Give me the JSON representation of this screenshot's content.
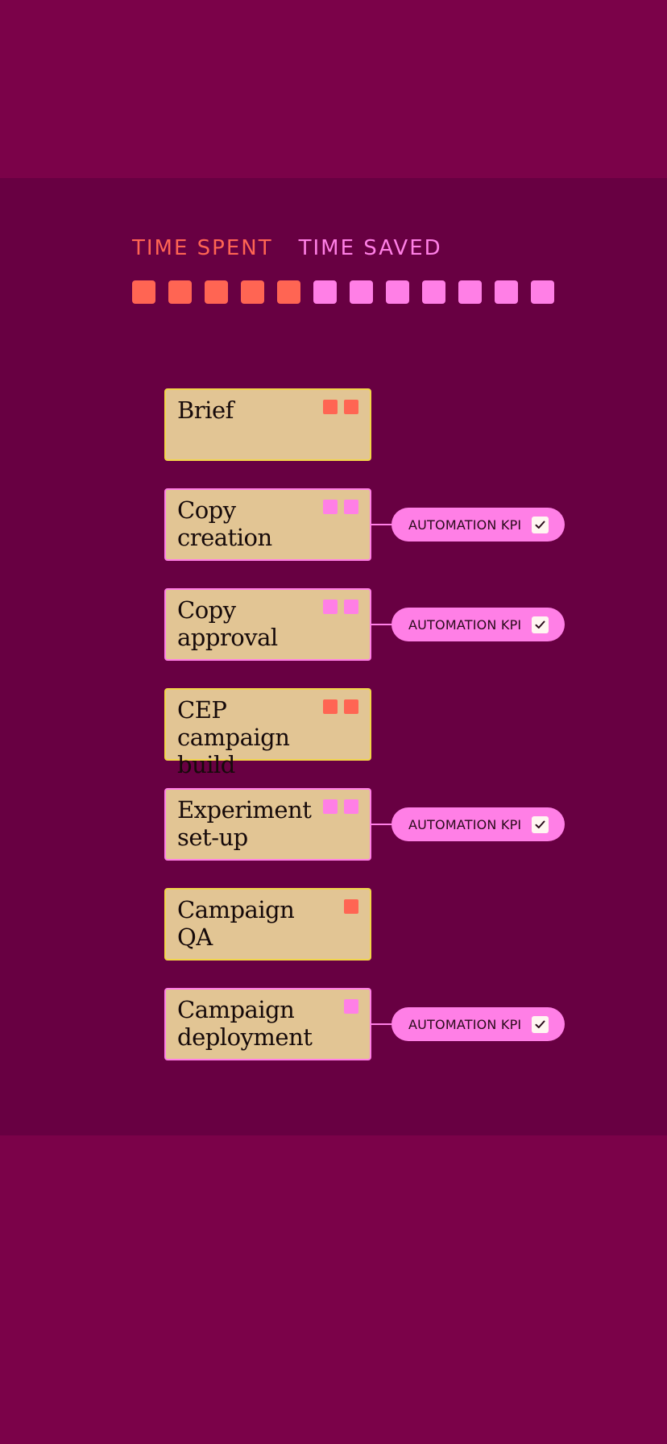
{
  "legend": {
    "time_spent_label": "TIME SPENT",
    "time_saved_label": "TIME SAVED",
    "time_spent_count": 5,
    "time_saved_count": 7
  },
  "colors": {
    "background": "#7b0249",
    "panel": "#680042",
    "time_spent": "#ff6553",
    "time_saved": "#ff7fe6",
    "card": "#e2c594",
    "card_border_spent": "#f2d54a"
  },
  "steps": [
    {
      "title_lines": [
        "Brief"
      ],
      "spent": 2,
      "saved": 0,
      "automation_kpi": false
    },
    {
      "title_lines": [
        "Copy",
        "creation"
      ],
      "spent": 0,
      "saved": 2,
      "automation_kpi": true
    },
    {
      "title_lines": [
        "Copy",
        "approval"
      ],
      "spent": 0,
      "saved": 2,
      "automation_kpi": true
    },
    {
      "title_lines": [
        "CEP",
        "campaign build"
      ],
      "spent": 2,
      "saved": 0,
      "automation_kpi": false
    },
    {
      "title_lines": [
        "Experiment",
        "set-up"
      ],
      "spent": 0,
      "saved": 2,
      "automation_kpi": true
    },
    {
      "title_lines": [
        "Campaign",
        "QA"
      ],
      "spent": 1,
      "saved": 0,
      "automation_kpi": false
    },
    {
      "title_lines": [
        "Campaign",
        "deployment"
      ],
      "spent": 0,
      "saved": 1,
      "automation_kpi": true
    }
  ],
  "kpi_label": "AUTOMATION KPI",
  "icons": {
    "kpi_check": "checkmark-icon"
  }
}
